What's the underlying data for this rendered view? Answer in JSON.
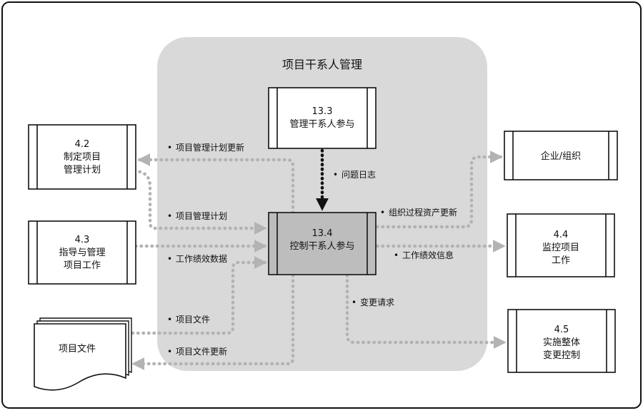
{
  "diagram": {
    "title": "项目干系人管理",
    "process_13_3": {
      "number": "13.3",
      "name": "管理干系人参与"
    },
    "process_13_4": {
      "number": "13.4",
      "name": "控制干系人参与"
    },
    "process_4_2": {
      "number": "4.2",
      "line1": "制定项目",
      "line2": "管理计划"
    },
    "process_4_3": {
      "number": "4.3",
      "line1": "指导与管理",
      "line2": "项目工作"
    },
    "process_4_4": {
      "number": "4.4",
      "line1": "监控项目",
      "line2": "工作"
    },
    "process_4_5": {
      "number": "4.5",
      "line1": "实施整体",
      "line2": "变更控制"
    },
    "enterprise": {
      "name": "企业/组织"
    },
    "project_documents": {
      "name": "项目文件"
    },
    "flows": {
      "plan_updates": "项目管理计划更新",
      "issue_log": "问题日志",
      "plan": "项目管理计划",
      "work_performance_data": "工作绩效数据",
      "opa_updates": "组织过程资产更新",
      "work_performance_info": "工作绩效信息",
      "change_requests": "变更请求",
      "project_documents": "项目文件",
      "project_documents_updates": "项目文件更新"
    },
    "bullet": "•"
  },
  "colors": {
    "panel": "#d9d9d9",
    "process_fill": "#ffffff",
    "process_highlight": "#bdbdbd",
    "dotted_arrow": "#b3b3b3",
    "solid_arrow": "#111111"
  }
}
